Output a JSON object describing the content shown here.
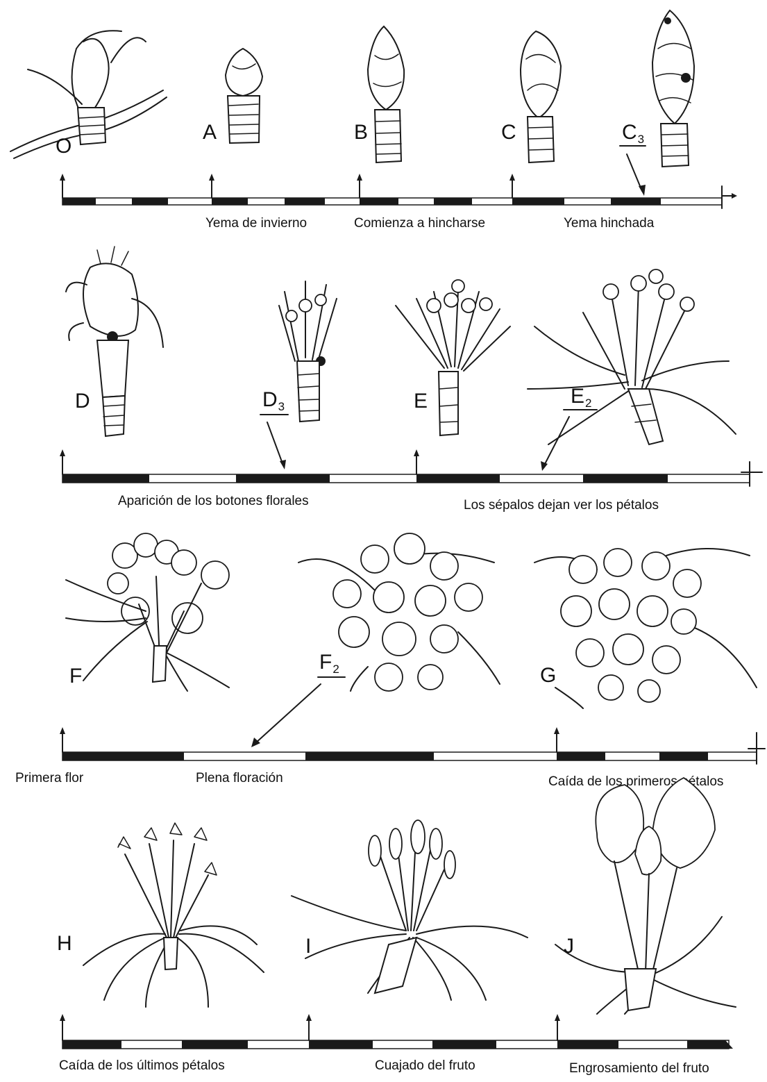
{
  "rows": [
    {
      "stages": [
        {
          "label": "O"
        },
        {
          "label": "A"
        },
        {
          "label": "B"
        },
        {
          "label": "C"
        },
        {
          "label": "C",
          "sub": "3"
        }
      ],
      "phase_labels": [
        "Yema de invierno",
        "Comienza a hincharse",
        "Yema hinchada"
      ]
    },
    {
      "stages": [
        {
          "label": "D"
        },
        {
          "label": "D",
          "sub": "3"
        },
        {
          "label": "E"
        },
        {
          "label": "E",
          "sub": "2"
        }
      ],
      "phase_labels": [
        "Aparición de los botones florales",
        "Los sépalos dejan ver los pétalos"
      ]
    },
    {
      "stages": [
        {
          "label": "F"
        },
        {
          "label": "F",
          "sub": "2"
        },
        {
          "label": "G"
        }
      ],
      "phase_labels": [
        "Primera flor",
        "Plena floración",
        "Caída de los primeros pétalos"
      ]
    },
    {
      "stages": [
        {
          "label": "H"
        },
        {
          "label": "I"
        },
        {
          "label": "J"
        }
      ],
      "phase_labels": [
        "Caída de los últimos pétalos",
        "Cuajado del fruto",
        "Engrosamiento del fruto"
      ]
    }
  ]
}
